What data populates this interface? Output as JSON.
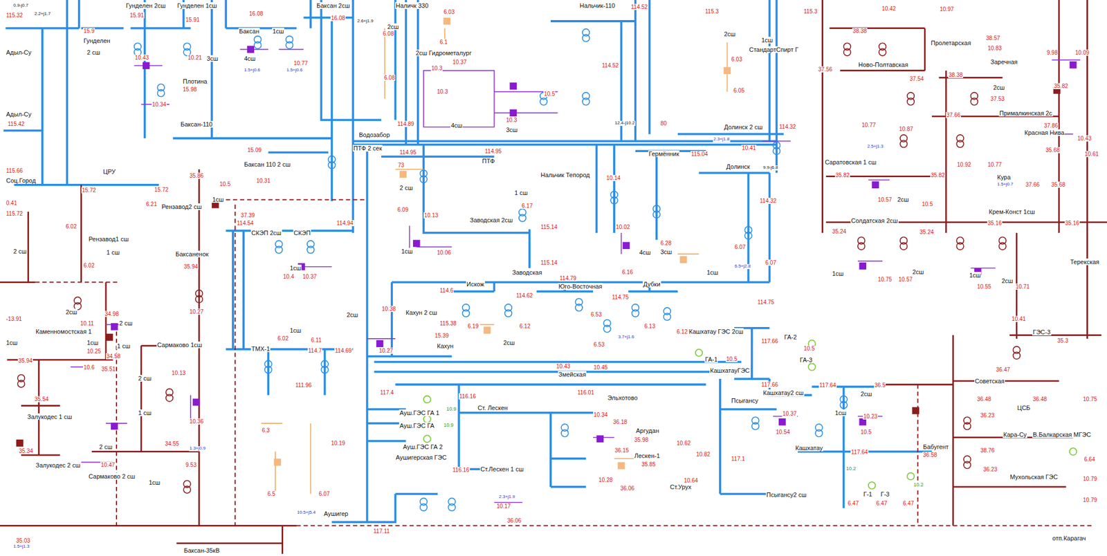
{
  "diagram": {
    "labels": [
      "0.9-j0.7",
      "115.32",
      "2.2+j1.7",
      "Адыл-Су",
      "Гунделен 2сш",
      "Гунделен 1сш",
      "15.91",
      "15.91",
      "15.9",
      "Гунделен",
      "2 сш",
      "10.43",
      "10.21",
      "Плотина",
      "15.98",
      "10.34",
      "Баксан 2сш",
      "16.08",
      "Баксан",
      "1сш",
      "3сш",
      "4сш",
      "10.77",
      "16.08",
      "1.5+j0.6",
      "1.5+j0.6",
      "Наличк 330",
      "6.03",
      "2.6+j1.9",
      "6.08",
      "2сш",
      "6.1",
      "2сш Гидрометалург",
      "10.3",
      "10.37",
      "10.5",
      "10.3",
      "4сш",
      "10.3",
      "3сш",
      "6.08",
      "Нальчик-110",
      "114.52",
      "114.52",
      "115.3",
      "115.3",
      "2сш",
      "6.03",
      "1сш",
      "СтандартСпирт Г",
      "6.05",
      "114.89",
      "Водозабор",
      "ПТФ 2 сек",
      "114.95",
      "114.95",
      "ПТФ",
      "73",
      "12.4-j10.2",
      "80",
      "Гермённик",
      "115.04",
      "Долинск 2 сш",
      "114.32",
      "2.3+j1.8",
      "10.41",
      "Долинск",
      "9.9-j6.8",
      "114.32",
      "2 сш",
      "6.09",
      "10.13",
      "1 сш",
      "6.17",
      "Нальчик Тепород",
      "Заводская 2сш",
      "115.14",
      "115.14",
      "Заводская",
      "1сш",
      "10.06",
      "114.79",
      "10.14",
      "10.02",
      "6.28",
      "4сш",
      "3сш",
      "6.16",
      "1сш",
      "6.07",
      "6.07",
      "6.5+j2.8",
      "Искож",
      "Юго-Восточная",
      "Дубки",
      "114.62",
      "114.75",
      "114.75",
      "114.6",
      "115.38",
      "6.19",
      "6.12",
      "6.53",
      "6.53",
      "6.13",
      "6.12",
      "3.7+j1.6",
      "2сш",
      "10.43",
      "10.45",
      "10.38",
      "Кахун 2 сш",
      "10.27",
      "15.39",
      "Кахун",
      "Кашхатау ГЭС 2сш",
      "117.66",
      "ГА-2",
      "10.5",
      "ГА-3",
      "ГА-1",
      "10.5",
      "КашхатауГЭС",
      "117.66",
      "Кашхатау2 сш",
      "117.64",
      "36.5",
      "2сш",
      "Псыгансу",
      "10.23",
      "10.5",
      "Кашхатау",
      "10.37",
      "10.54",
      "1сш",
      "117.1",
      "117.64",
      "Бабугент",
      "36.58",
      "Псыгансу2 сш",
      "10.2",
      "10.2",
      "Г-1",
      "Г-3",
      "6.47",
      "6.47",
      "6.47",
      "Эльхотово",
      "116.01",
      "Змейская",
      "Аргудан",
      "36.18",
      "35.98",
      "36.15",
      "Лескен-1",
      "35.85",
      "Ст.Урух",
      "10.62",
      "10.82",
      "10.64",
      "10.34",
      "10.28",
      "36.06",
      "Ст. Лескен",
      "Ст.Лескен 1 сш",
      "116.16",
      "116.16",
      "Ауш.ГЭС ГА 1",
      "Ауш.ГЭС ГА",
      "Ауш.ГЭС ГА 2",
      "Аушигерская ГЭС",
      "10.9",
      "10.9",
      "117.4",
      "117.11",
      "Аушигер",
      "10.17",
      "2.3+j1.9",
      "36.06",
      "ТМХ-1",
      "114.7",
      "114.69",
      "111.96",
      "6.3",
      "6.5",
      "6.07",
      "10.19",
      "10.5+j5.4",
      "СКЭП 2сш",
      "СКЭП",
      "114.54",
      "114.94",
      "1сш",
      "10.4",
      "10.37",
      "2сш",
      "1сш",
      "6.02",
      "6.11",
      "Баксан-110",
      "15.09",
      "Баксан 110 2 сш",
      "10.5",
      "10.31",
      "ЦРУ",
      "15.72",
      "15.72",
      "Рензавод2 сш",
      "6.21",
      "6.02",
      "Рензавод1 сш",
      "6.02",
      "2 сш",
      "1 сш",
      "0.41",
      "115.42",
      "Адыл-Су",
      "115.66",
      "Соц.Город",
      "115.72",
      "35.86",
      "37.39",
      "1сш",
      "Баксаненок",
      "35.94",
      "10.27",
      "Каменномостская 1",
      "2сш",
      "10.11",
      "34.98",
      "2 сш",
      "1сш",
      "10.25",
      "1 сш",
      "35.51",
      "35.94",
      "1сш",
      "Залукодес 1 сш",
      "35.54",
      "Залукодес 2 сш",
      "35.34",
      "10.6",
      "Сармаково 1сш",
      "34.58",
      "10.13",
      "2 сш",
      "1 сш",
      "10.36",
      "34.55",
      "2 сш",
      "10.47",
      "Сармаково 2 сш",
      "1сш",
      "9.53",
      "35.03",
      "Баксан-35кВ",
      "-13.91",
      "1.3+j0.9",
      "1.5+j1.3",
      "Пролетарская",
      "38.38",
      "10.42",
      "10.97",
      "Ново-Полтавская",
      "37.56",
      "37.54",
      "38.38",
      "Заречная",
      "2сш",
      "37.53",
      "10.83",
      "38.57",
      "10.77",
      "10.87",
      "2.5+j1.3",
      "37.66",
      "Прималкинская 2с",
      "37.86",
      "Саратовская 1 сш",
      "35.82",
      "35.82",
      "10.57",
      "2сш",
      "10.5",
      "10.92",
      "10.77",
      "Кура",
      "1.5+j0.7",
      "37.66",
      "Солдатская 2сш",
      "35.24",
      "35.24",
      "Крем-Конст 1сш",
      "35.16",
      "35.16",
      "1сш",
      "10.75",
      "10.57",
      "2сш",
      "1сш",
      "10.55",
      "2сш",
      "10.71",
      "Терекская",
      "ГЭС-3",
      "35.3",
      "10.41",
      "Советская",
      "36.47",
      "36.48",
      "36.48",
      "ЦСБ",
      "10.75",
      "36.23",
      "Кара-Су",
      "В.Балкарская МГЭС",
      "38.76",
      "6.64",
      "36.23",
      "Мухольская ГЭС",
      "10.79",
      "10.79",
      "отп.Карагач",
      "10.09",
      "9.98",
      "35.82",
      "Красная Нива",
      "10.43",
      "35.68",
      "10.61",
      "35.68"
    ]
  }
}
